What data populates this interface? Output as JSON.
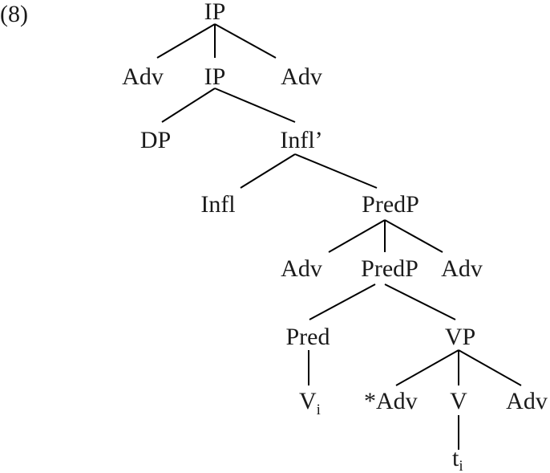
{
  "example_number": "(8)",
  "nodes": {
    "ip_top": "IP",
    "adv_ip_left": "Adv",
    "ip_inner": "IP",
    "adv_ip_right": "Adv",
    "dp": "DP",
    "infl_bar": "Infl’",
    "infl": "Infl",
    "predp_top": "PredP",
    "adv_predp_left": "Adv",
    "predp_inner": "PredP",
    "adv_predp_right": "Adv",
    "pred": "Pred",
    "vp": "VP",
    "v_head": "V",
    "v_head_index": "i",
    "star": "*",
    "adv_vp_left": "Adv",
    "v": "V",
    "adv_vp_right": "Adv",
    "trace": "t",
    "trace_index": "i"
  }
}
